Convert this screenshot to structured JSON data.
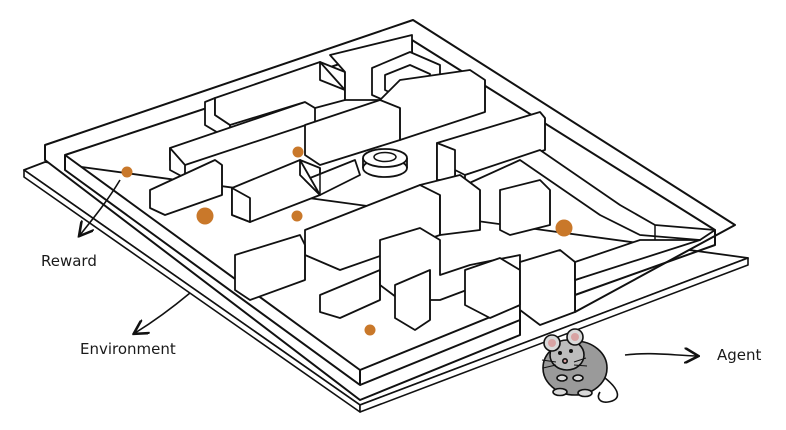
{
  "diagram": {
    "labels": {
      "reward": "Reward",
      "environment": "Environment",
      "agent": "Agent"
    },
    "colors": {
      "wall_top": "#ffffff",
      "wall_side": "#ffffff",
      "ink": "#111111",
      "reward": "#c9782a",
      "mouse_body": "#9a9a9a",
      "mouse_ear": "#d9d9d9",
      "mouse_pink": "#d8a3a3"
    },
    "icons": [
      "cheese-pellet-icon",
      "mouse-agent-icon",
      "maze-icon"
    ]
  }
}
